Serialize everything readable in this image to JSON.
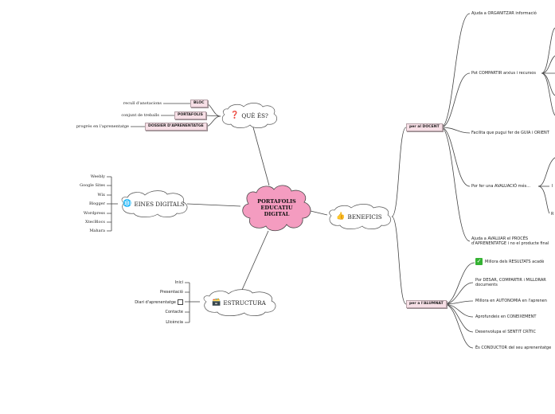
{
  "center": {
    "label": "PORTAFOLIS\nEDUCATIU\nDIGITAL"
  },
  "que_es": {
    "emoji": "❓",
    "label": "QUÈ ÉS?",
    "items": [
      {
        "tag": "BLOC",
        "desc": "recull d'anotacions"
      },
      {
        "tag": "PORTAFOLIS",
        "desc": "conjunt de treballs"
      },
      {
        "tag": "DOSSIER D'APRENENTATGE",
        "desc": "progrés en l'aprenentatge"
      }
    ]
  },
  "eines": {
    "emoji": "🌐",
    "label": "EINES DIGITALS",
    "items": [
      "Weebly",
      "Google Sites",
      "Wix",
      "Blogger",
      "Wordpress",
      "XtecBlocs",
      "Mahara"
    ]
  },
  "estructura": {
    "emoji": "🗃️",
    "label": "ESTRUCTURA",
    "items": [
      "Inici",
      "Presentació",
      "Diari d'aprenentatge",
      "Contacte",
      "Llicència"
    ]
  },
  "beneficis": {
    "emoji": "👍",
    "label": "BENEFICIS",
    "docent": {
      "tag": "per al DOCENT",
      "items": [
        "Ajuda a ORGANITZAR informació",
        "Pot COMPARTIR arxius i recursos",
        "Facilita que pugui fer de GUIA i ORIENT",
        "Por fer una AVALUACIÓ més...",
        "Ajuda a AVALUAR el PROCÉS\nd'APRENENTATGE i no el producte final"
      ],
      "sub_fragments": [
        "I",
        "R"
      ]
    },
    "alumnat": {
      "tag": "per a l'ALUMNAT",
      "items": [
        "Millora dels RESULTATS acadè",
        "Por DESAR, COMPARTIR i MILLORAR\ndocuments",
        "Millora en AUTONOMIA en l'aprenen",
        "Aprofundeix en CONEIXEMENT",
        "Desenvolupa el SENTIT CRÍTIC",
        "És CONDUCTOR del seu aprenentatge"
      ]
    }
  },
  "colors": {
    "center_fill": "#f49cc0",
    "center_stroke": "#4a4a4a",
    "tag_fill": "#f7dfe6",
    "line": "#444444",
    "check": "#35b233"
  }
}
